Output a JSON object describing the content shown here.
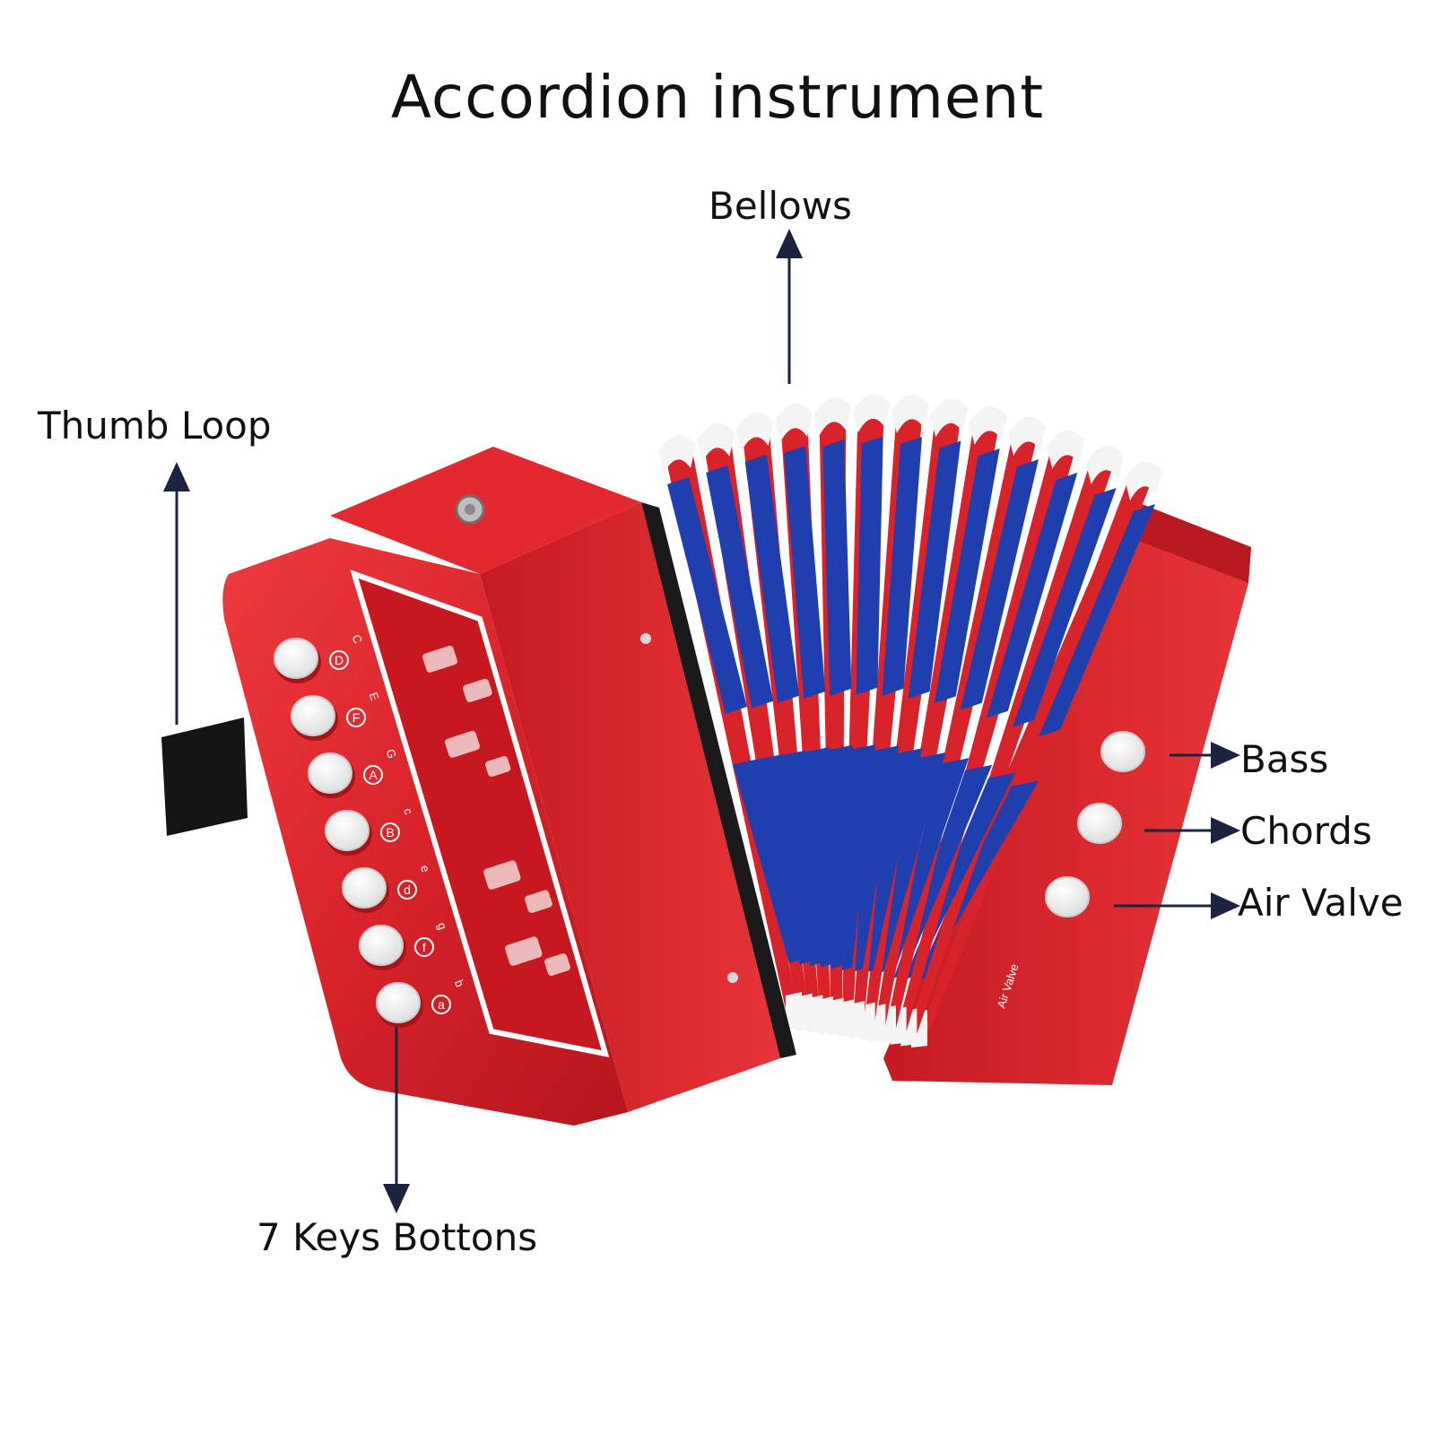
{
  "title": "Accordion instrument",
  "labels": {
    "bellows": "Bellows",
    "thumb_loop": "Thumb Loop",
    "bass": "Bass",
    "chords": "Chords",
    "air_valve": "Air Valve",
    "keys": "7 Keys Bottons"
  },
  "button_notes": [
    {
      "push": "D",
      "pull": "C"
    },
    {
      "push": "F",
      "pull": "E"
    },
    {
      "push": "A",
      "pull": "G"
    },
    {
      "push": "B",
      "pull": "c"
    },
    {
      "push": "d",
      "pull": "e"
    },
    {
      "push": "f",
      "pull": "g"
    },
    {
      "push": "a",
      "pull": "b"
    }
  ],
  "panel_text": "Air Valve",
  "colors": {
    "body_red": "#d8232a",
    "bellows_blue": "#1f3fae",
    "bellows_white": "#f4f4f4",
    "arrow": "#1c2340"
  }
}
